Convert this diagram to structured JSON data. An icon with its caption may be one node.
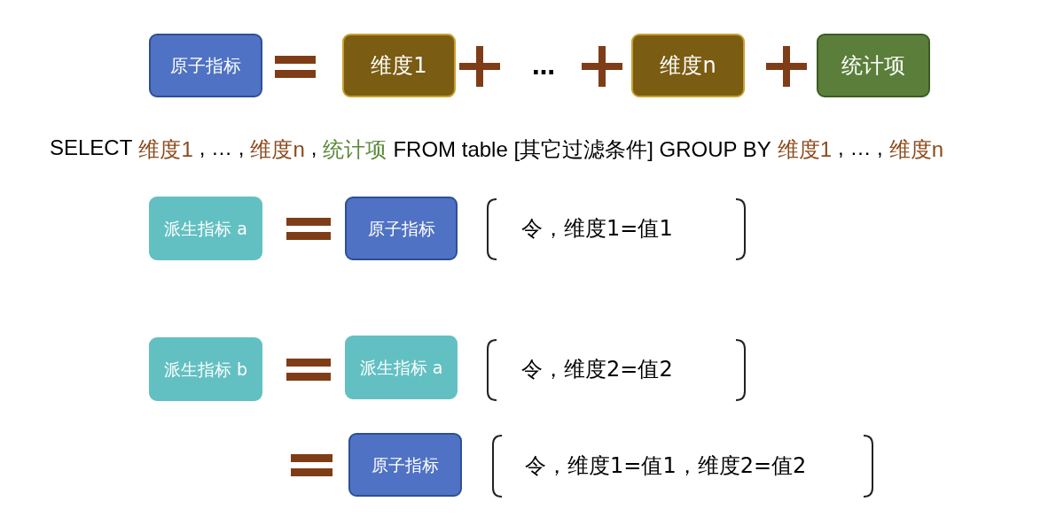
{
  "diagram": {
    "nodes": [
      {
        "text": [
          "原子指标"
        ]
      },
      {
        "text": [
          "维度1"
        ]
      },
      {
        "text": [
          "维度n"
        ]
      },
      {
        "text": [
          "统计项"
        ]
      },
      {
        "text": [
          "派生指标 a"
        ]
      },
      {
        "text": [
          "原子指标"
        ]
      },
      {
        "text": [
          "派生指标 b"
        ]
      },
      {
        "text": [
          "派生指标 a"
        ]
      },
      {
        "text": [
          "原子指标"
        ]
      }
    ],
    "edges": [],
    "labels": [
      "…",
      "SELECT",
      "维度1",
      ", … ,",
      "维度n",
      ",",
      "统计项",
      "FROM table [其它过滤条件] GROUP BY",
      "维度1",
      ", … ,",
      "维度n",
      "令，维度1=值1",
      "令，维度2=值2",
      "令，维度1=值1，维度2=值2"
    ]
  }
}
